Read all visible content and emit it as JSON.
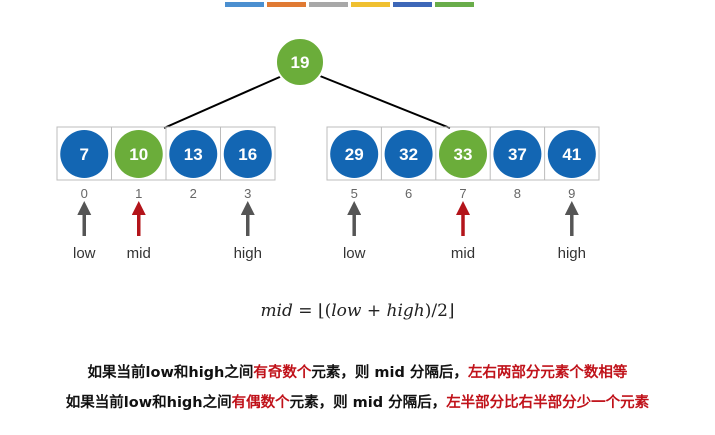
{
  "colors": {
    "blue": "#1366b3",
    "green": "#6bad3a",
    "arrow_gray": "#555555",
    "arrow_red": "#b3141a",
    "highlight": "#c0121a",
    "stripes": [
      "#4b8fd0",
      "#e07a33",
      "#a8a8a8",
      "#f0c030",
      "#3d67b8",
      "#69ad4a"
    ]
  },
  "root_node": "19",
  "left_array": {
    "nodes": [
      {
        "value": "7",
        "color": "blue"
      },
      {
        "value": "10",
        "color": "green"
      },
      {
        "value": "13",
        "color": "blue"
      },
      {
        "value": "16",
        "color": "blue"
      }
    ],
    "indices": [
      "0",
      "1",
      "2",
      "3"
    ],
    "pointers": [
      {
        "slot": 0,
        "label": "low",
        "color": "gray"
      },
      {
        "slot": 1,
        "label": "mid",
        "color": "red"
      },
      {
        "slot": 3,
        "label": "high",
        "color": "gray"
      }
    ]
  },
  "right_array": {
    "nodes": [
      {
        "value": "29",
        "color": "blue"
      },
      {
        "value": "32",
        "color": "blue"
      },
      {
        "value": "33",
        "color": "green"
      },
      {
        "value": "37",
        "color": "blue"
      },
      {
        "value": "41",
        "color": "blue"
      }
    ],
    "indices": [
      "5",
      "6",
      "7",
      "8",
      "9"
    ],
    "pointers": [
      {
        "slot": 0,
        "label": "low",
        "color": "gray"
      },
      {
        "slot": 2,
        "label": "mid",
        "color": "red"
      },
      {
        "slot": 4,
        "label": "high",
        "color": "gray"
      }
    ]
  },
  "formula": {
    "lhs": "mid",
    "eq": " = ⌊(",
    "low": "low",
    "plus": " + ",
    "high": "high",
    "tail": ")/2⌋"
  },
  "statements": [
    {
      "prefix": "如果当前low和high之间",
      "count_phrase": "有奇数个",
      "middle": "元素，则 mid 分隔后，",
      "conclusion": "左右两部分元素个数相等"
    },
    {
      "prefix": "如果当前low和high之间",
      "count_phrase": "有偶数个",
      "middle": "元素，则 mid 分隔后，",
      "conclusion": "左半部分比右半部分少一个元素"
    }
  ]
}
